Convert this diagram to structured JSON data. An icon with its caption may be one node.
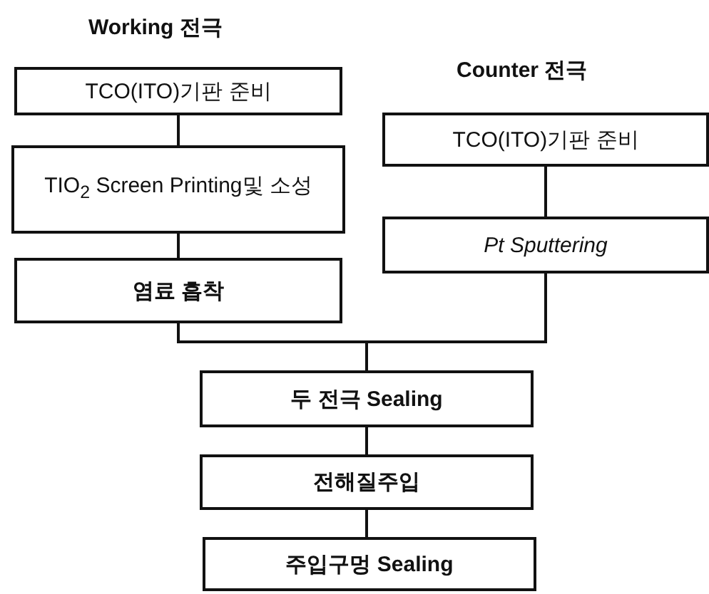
{
  "diagram": {
    "nodes": [
      {
        "text": [
          "TCO(ITO)기판 준비"
        ]
      },
      {
        "text": [
          "TIO$_{2}$ Screen Printing및 소성"
        ]
      },
      {
        "text": [
          "염료 흡착"
        ]
      },
      {
        "text": [
          "TCO(ITO)기판 준비"
        ]
      },
      {
        "text": [
          "Pt Sputtering"
        ]
      },
      {
        "text": [
          "두 전극 Sealing"
        ]
      },
      {
        "text": [
          "전해질주입"
        ]
      },
      {
        "text": [
          "주입구멍 Sealing"
        ]
      }
    ],
    "edges": [
      {
        "from": 0,
        "to": 1,
        "arrow": "none"
      },
      {
        "from": 1,
        "to": 2,
        "arrow": "none"
      },
      {
        "from": 3,
        "to": 4,
        "arrow": "none"
      },
      {
        "from": 2,
        "to": 5,
        "arrow": "none"
      },
      {
        "from": 4,
        "to": 5,
        "arrow": "none"
      },
      {
        "from": 5,
        "to": 6,
        "arrow": "none"
      },
      {
        "from": 6,
        "to": 7,
        "arrow": "none"
      }
    ],
    "labels": [
      "Working 전극",
      "Counter 전극"
    ]
  }
}
